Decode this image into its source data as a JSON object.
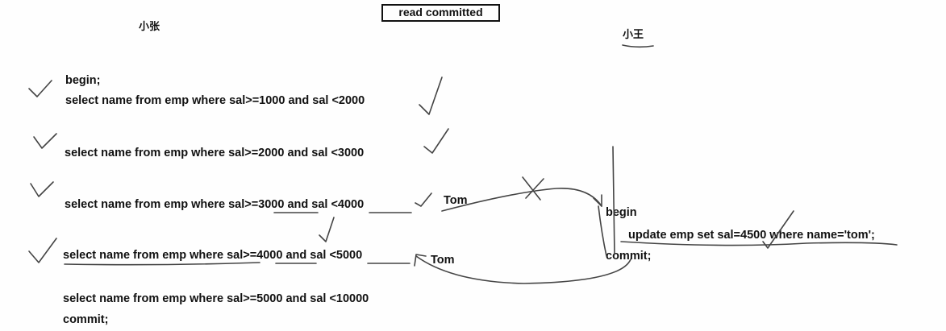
{
  "title": "read committed",
  "left_user": "小张",
  "right_user": "小王",
  "left": {
    "begin": "begin;",
    "q1": "select name from emp where sal>=1000 and sal <2000",
    "q2": "select name from emp where sal>=2000 and sal <3000",
    "q3": "select name from emp where sal>=3000 and sal <4000",
    "q4": "select name from emp where sal>=4000 and sal <5000",
    "q5": "select name from emp where sal>=5000 and sal <10000",
    "commit": "commit;"
  },
  "right": {
    "begin": "begin",
    "update": "update emp set sal=4500 where name='tom';",
    "commit": "commit;"
  },
  "annotations": {
    "tom_top": "Tom",
    "tom_bottom": "Tom"
  }
}
